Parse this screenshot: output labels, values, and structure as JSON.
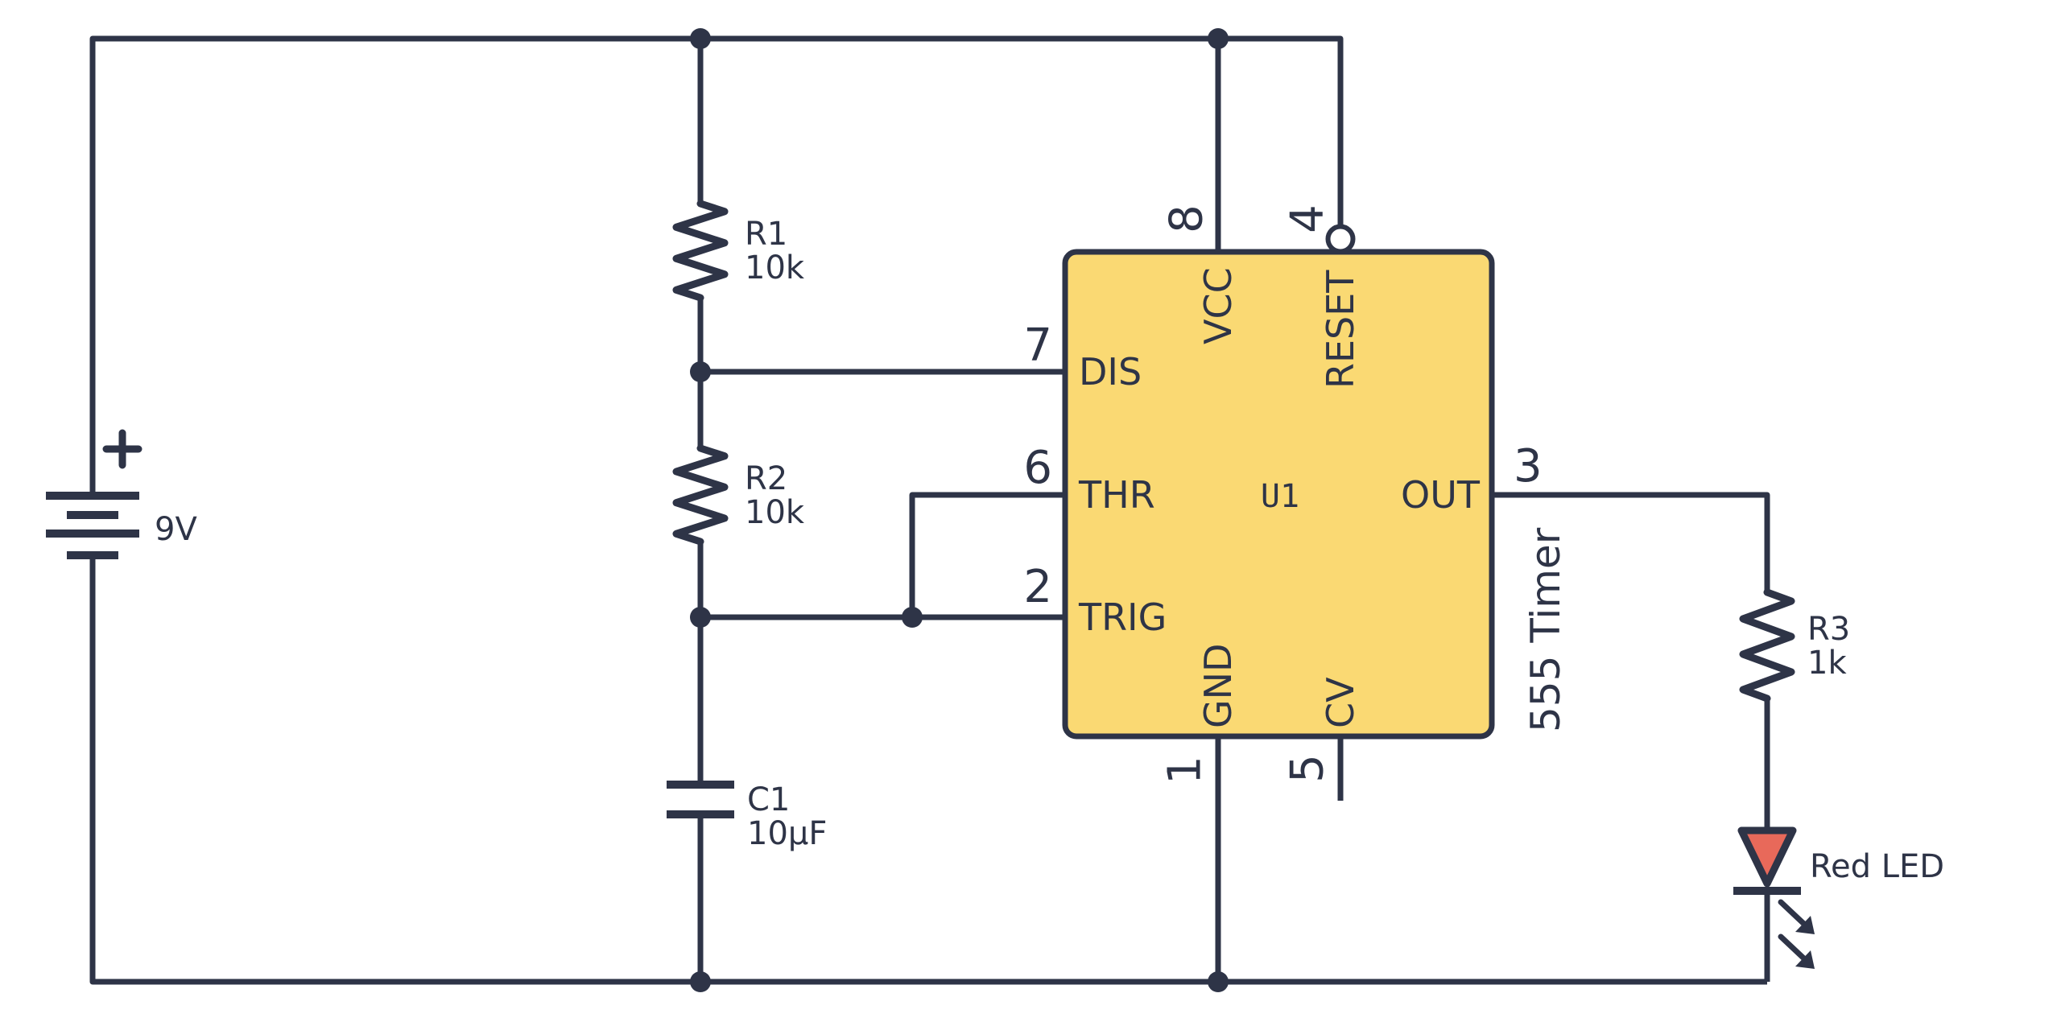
{
  "colors": {
    "ink": "#2e3447",
    "ic_fill": "#fad973",
    "led_fill": "#e8695a",
    "canvas": "#ffffff"
  },
  "components": {
    "battery": {
      "plus": "+",
      "value": "9V"
    },
    "r1": {
      "ref": "R1",
      "value": "10k"
    },
    "r2": {
      "ref": "R2",
      "value": "10k"
    },
    "r3": {
      "ref": "R3",
      "value": "1k"
    },
    "c1": {
      "ref": "C1",
      "value": "10µF"
    },
    "led": {
      "label": "Red LED"
    },
    "ic": {
      "ref": "U1",
      "name": "555 Timer"
    }
  },
  "ic_pins": {
    "vcc": {
      "num": "8",
      "name": "VCC"
    },
    "reset": {
      "num": "4",
      "name": "RESET"
    },
    "dis": {
      "num": "7",
      "name": "DIS"
    },
    "thr": {
      "num": "6",
      "name": "THR"
    },
    "trig": {
      "num": "2",
      "name": "TRIG"
    },
    "out": {
      "num": "3",
      "name": "OUT"
    },
    "gnd": {
      "num": "1",
      "name": "GND"
    },
    "cv": {
      "num": "5",
      "name": "CV"
    }
  }
}
